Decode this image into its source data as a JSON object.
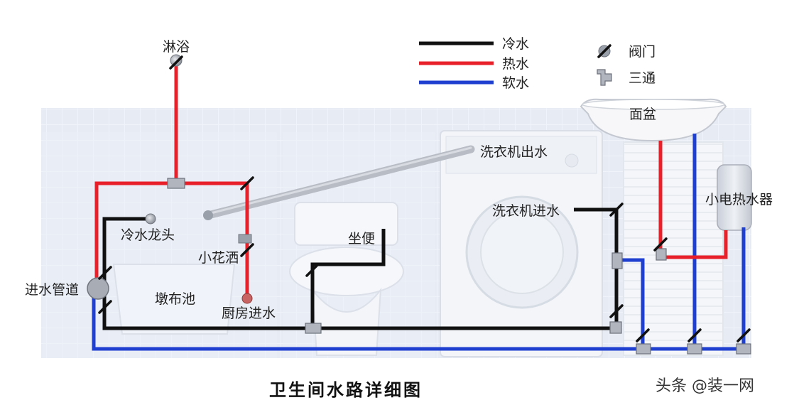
{
  "title": "卫生间水路详细图",
  "watermark": "头条 @装一网",
  "legend": {
    "lines": [
      {
        "label": "冷水",
        "color": "#111111"
      },
      {
        "label": "热水",
        "color": "#e8202a"
      },
      {
        "label": "软水",
        "color": "#1e3fd0"
      }
    ],
    "symbols": [
      {
        "label": "阀门",
        "icon": "valve-icon"
      },
      {
        "label": "三通",
        "icon": "tee-icon"
      }
    ]
  },
  "labels": {
    "shower": "淋浴",
    "cold_tap": "冷水龙头",
    "small_shower": "小花洒",
    "mop_sink": "墩布池",
    "kitchen_inlet": "厨房进水",
    "inlet_pipe": "进水管道",
    "toilet": "坐便",
    "washer_out": "洗衣机出水",
    "washer_in": "洗衣机进水",
    "basin": "面盆",
    "water_heater": "小电热水器"
  },
  "colors": {
    "cold": "#111111",
    "hot": "#e8202a",
    "soft": "#1e3fd0",
    "drain": "#b8bcc4",
    "backdrop": "#dfe6f2"
  }
}
